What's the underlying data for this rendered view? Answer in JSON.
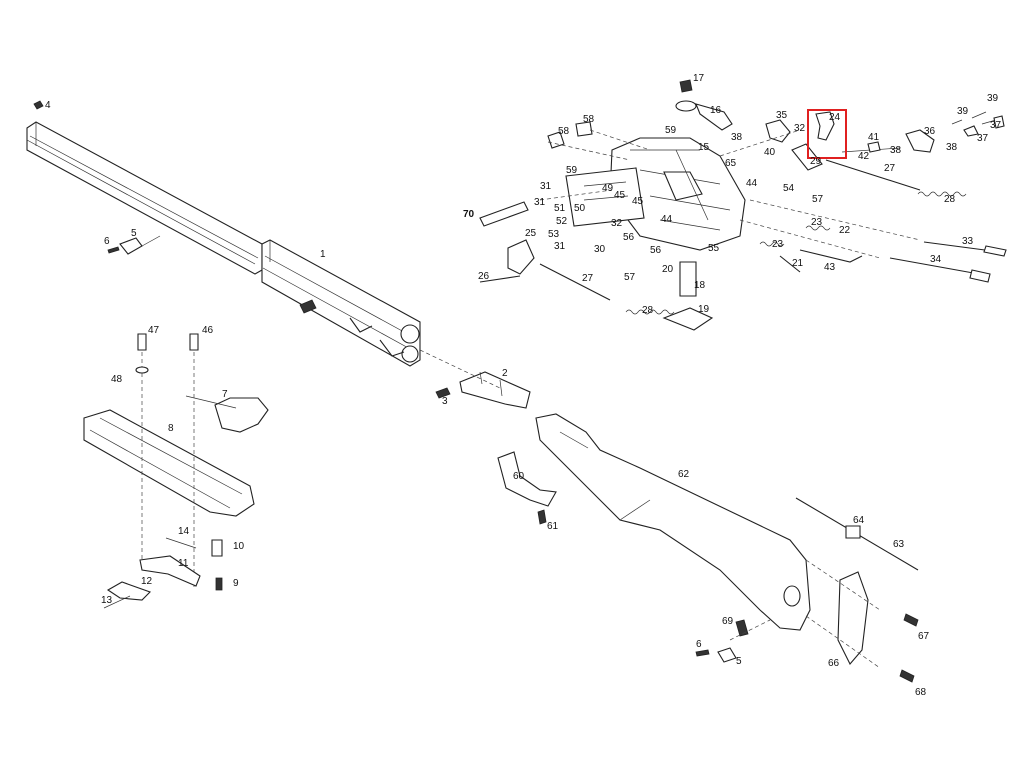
{
  "diagram": {
    "highlight_label": "24",
    "labels": [
      {
        "id": "p4",
        "text": "4"
      },
      {
        "id": "p1",
        "text": "1"
      },
      {
        "id": "p6a",
        "text": "6"
      },
      {
        "id": "p5a",
        "text": "5"
      },
      {
        "id": "p2",
        "text": "2"
      },
      {
        "id": "p3",
        "text": "3"
      },
      {
        "id": "p47",
        "text": "47"
      },
      {
        "id": "p46",
        "text": "46"
      },
      {
        "id": "p48",
        "text": "48"
      },
      {
        "id": "p7",
        "text": "7"
      },
      {
        "id": "p8",
        "text": "8"
      },
      {
        "id": "p14",
        "text": "14"
      },
      {
        "id": "p10",
        "text": "10"
      },
      {
        "id": "p11",
        "text": "11"
      },
      {
        "id": "p12",
        "text": "12"
      },
      {
        "id": "p9",
        "text": "9"
      },
      {
        "id": "p13",
        "text": "13"
      },
      {
        "id": "p17",
        "text": "17"
      },
      {
        "id": "p16",
        "text": "16"
      },
      {
        "id": "p58a",
        "text": "58"
      },
      {
        "id": "p58b",
        "text": "58"
      },
      {
        "id": "p59a",
        "text": "59"
      },
      {
        "id": "p15",
        "text": "15"
      },
      {
        "id": "p35",
        "text": "35"
      },
      {
        "id": "p38a",
        "text": "38"
      },
      {
        "id": "p40",
        "text": "40"
      },
      {
        "id": "p65",
        "text": "65"
      },
      {
        "id": "p32a",
        "text": "32"
      },
      {
        "id": "p24",
        "text": "24"
      },
      {
        "id": "p29",
        "text": "29"
      },
      {
        "id": "p41",
        "text": "41"
      },
      {
        "id": "p42",
        "text": "42"
      },
      {
        "id": "p36",
        "text": "36"
      },
      {
        "id": "p38b",
        "text": "38"
      },
      {
        "id": "p38c",
        "text": "38"
      },
      {
        "id": "p39",
        "text": "39"
      },
      {
        "id": "p39b",
        "text": "39"
      },
      {
        "id": "p37a",
        "text": "37"
      },
      {
        "id": "p37b",
        "text": "37"
      },
      {
        "id": "p27a",
        "text": "27"
      },
      {
        "id": "p28a",
        "text": "28"
      },
      {
        "id": "p59b",
        "text": "59"
      },
      {
        "id": "p31a",
        "text": "31"
      },
      {
        "id": "p31b",
        "text": "31"
      },
      {
        "id": "p70",
        "text": "70"
      },
      {
        "id": "p49",
        "text": "49"
      },
      {
        "id": "p45a",
        "text": "45"
      },
      {
        "id": "p45b",
        "text": "45"
      },
      {
        "id": "p51",
        "text": "51"
      },
      {
        "id": "p50",
        "text": "50"
      },
      {
        "id": "p52",
        "text": "52"
      },
      {
        "id": "p32b",
        "text": "32"
      },
      {
        "id": "p53",
        "text": "53"
      },
      {
        "id": "p31c",
        "text": "31"
      },
      {
        "id": "p25",
        "text": "25"
      },
      {
        "id": "p30",
        "text": "30"
      },
      {
        "id": "p56a",
        "text": "56"
      },
      {
        "id": "p56b",
        "text": "56"
      },
      {
        "id": "p44a",
        "text": "44"
      },
      {
        "id": "p44b",
        "text": "44"
      },
      {
        "id": "p54",
        "text": "54"
      },
      {
        "id": "p57a",
        "text": "57"
      },
      {
        "id": "p23a",
        "text": "23"
      },
      {
        "id": "p22",
        "text": "22"
      },
      {
        "id": "p23b",
        "text": "23"
      },
      {
        "id": "p55",
        "text": "55"
      },
      {
        "id": "p21",
        "text": "21"
      },
      {
        "id": "p43",
        "text": "43"
      },
      {
        "id": "p33",
        "text": "33"
      },
      {
        "id": "p34",
        "text": "34"
      },
      {
        "id": "p26",
        "text": "26"
      },
      {
        "id": "p27b",
        "text": "27"
      },
      {
        "id": "p57b",
        "text": "57"
      },
      {
        "id": "p20",
        "text": "20"
      },
      {
        "id": "p18",
        "text": "18"
      },
      {
        "id": "p19",
        "text": "19"
      },
      {
        "id": "p28b",
        "text": "28"
      },
      {
        "id": "p60",
        "text": "60"
      },
      {
        "id": "p61",
        "text": "61"
      },
      {
        "id": "p62",
        "text": "62"
      },
      {
        "id": "p64",
        "text": "64"
      },
      {
        "id": "p63",
        "text": "63"
      },
      {
        "id": "p69",
        "text": "69"
      },
      {
        "id": "p6b",
        "text": "6"
      },
      {
        "id": "p5b",
        "text": "5"
      },
      {
        "id": "p67",
        "text": "67"
      },
      {
        "id": "p66",
        "text": "66"
      },
      {
        "id": "p68",
        "text": "68"
      }
    ]
  }
}
